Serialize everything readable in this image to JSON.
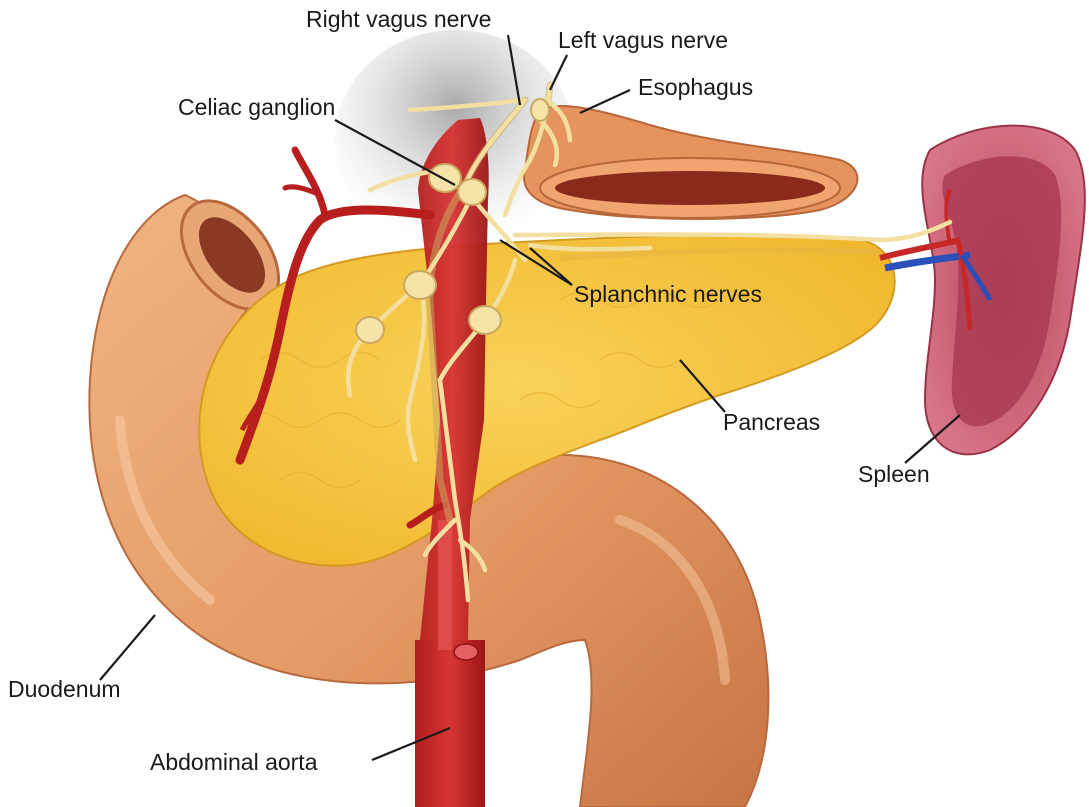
{
  "diagram": {
    "labels": {
      "right_vagus_nerve": "Right vagus nerve",
      "left_vagus_nerve": "Left vagus nerve",
      "esophagus": "Esophagus",
      "celiac_ganglion": "Celiac ganglion",
      "splanchnic_nerves": "Splanchnic nerves",
      "pancreas": "Pancreas",
      "spleen": "Spleen",
      "duodenum": "Duodenum",
      "abdominal_aorta": "Abdominal aorta"
    },
    "colors": {
      "duodenum": "#e5a06c",
      "duodenum_shade": "#c9784a",
      "pancreas": "#f5c43c",
      "pancreas_edge": "#d9a52a",
      "aorta": "#c62828",
      "aorta_dark": "#8e1212",
      "nerve": "#f3dfa0",
      "nerve_edge": "#c9a860",
      "spleen": "#c75a6e",
      "spleen_inner": "#9e3248",
      "vein": "#2a4fb8",
      "esophagus": "#e39060",
      "esophagus_lumen": "#8a2a1a"
    }
  }
}
